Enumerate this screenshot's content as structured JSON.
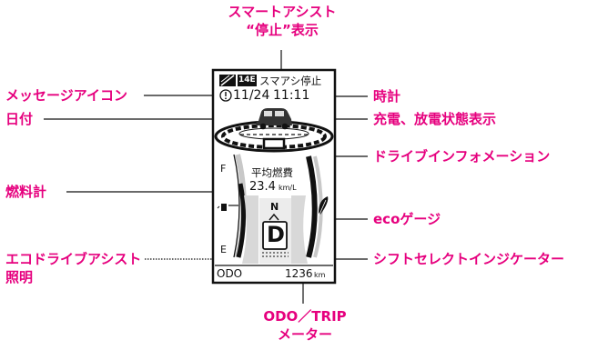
{
  "screen": {
    "badge": "14E",
    "assist_stop": "スマアシ停止",
    "date": "11/24",
    "time": "11:11",
    "info_title": "平均燃費",
    "info_value": "23.4",
    "info_unit": "km/L",
    "fuel_full": "F",
    "fuel_empty": "E",
    "gear_top": "N",
    "gear_current": "D",
    "odo_label": "ODO",
    "odo_value": "1236",
    "odo_unit": "km"
  },
  "labels": {
    "smart_assist_stop_line1": "スマートアシスト",
    "smart_assist_stop_line2": "“停止”表示",
    "message_icon": "メッセージアイコン",
    "date": "日付",
    "clock": "時計",
    "charge_status": "充電、放電状態表示",
    "drive_info": "ドライブインフォメーション",
    "fuel_gauge": "燃料計",
    "eco_gauge": "ecoゲージ",
    "eco_drive_line1": "エコドライブアシスト",
    "eco_drive_line2": "照明",
    "shift_indicator": "シフトセレクトインジケーター",
    "odo_trip_line1": "ODO／TRIP",
    "odo_trip_line2": "メーター"
  },
  "colors": {
    "label": "#e6007e",
    "screen_ink": "#111111",
    "gauge_gray": "#c8c8c8"
  }
}
